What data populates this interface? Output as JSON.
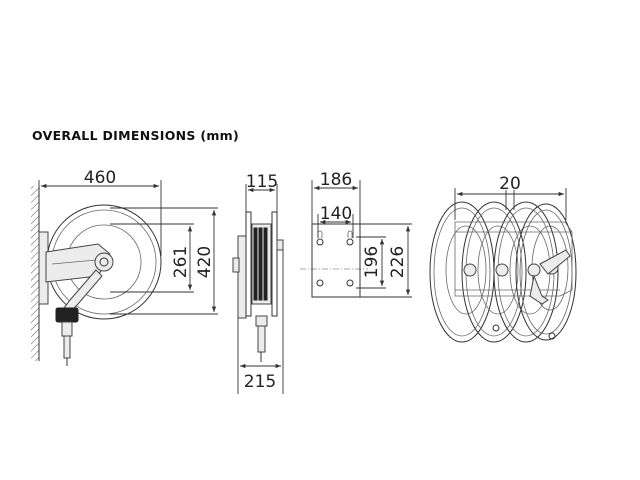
{
  "heading": "OVERALL DIMENSIONS (mm)",
  "views": {
    "side": {
      "width_label": "460",
      "inner_height_label": "261",
      "outer_height_label": "420"
    },
    "front": {
      "width_label": "115",
      "bottom_label": "215"
    },
    "bracket": {
      "outer_width_label": "186",
      "inner_width_label": "140",
      "inner_height_label": "196",
      "outer_height_label": "226"
    },
    "multi": {
      "spacing_label": "20"
    }
  }
}
